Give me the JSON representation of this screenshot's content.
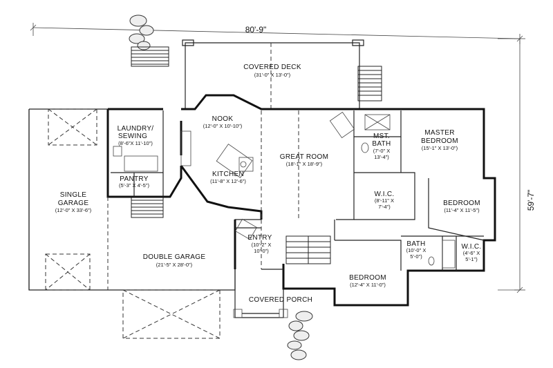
{
  "dimensions": {
    "overall_width": "80'-9\"",
    "overall_depth": "59'-7\""
  },
  "rooms": {
    "covered_deck": {
      "name": "COVERED DECK",
      "size": "(31'-0\" X 13'-0\")"
    },
    "laundry": {
      "name_line1": "LAUNDRY/",
      "name_line2": "SEWING",
      "size": "(8'-6\"X 11'-10\")"
    },
    "pantry": {
      "name": "PANTRY",
      "size": "(5'-3\" X 4'-5\")"
    },
    "nook": {
      "name": "NOOK",
      "size": "(12'-0\" X 10'-10\")"
    },
    "kitchen": {
      "name": "KITCHEN",
      "size": "(11'-8\" X 12'-6\")"
    },
    "great_room": {
      "name": "GREAT ROOM",
      "size": "(18'-1\" X 18'-9\")"
    },
    "mst_bath": {
      "name_line1": "MST.",
      "name_line2": "BATH",
      "size_line1": "(7'-0\" X",
      "size_line2": "13'-4\")"
    },
    "master_bedroom": {
      "name_line1": "MASTER",
      "name_line2": "BEDROOM",
      "size": "(15'-1\" X 13'-0\")"
    },
    "wic_master": {
      "name": "W.I.C.",
      "size_line1": "(8'-11\" X",
      "size_line2": "7'-4\")"
    },
    "bedroom_right": {
      "name": "BEDROOM",
      "size": "(11'-4\" X 11'-5\")"
    },
    "single_garage": {
      "name_line1": "SINGLE",
      "name_line2": "GARAGE",
      "size": "(12'-0\" X 33'-6\")"
    },
    "double_garage": {
      "name": "DOUBLE GARAGE",
      "size": "(21'-5\" X 28'-0\")"
    },
    "entry": {
      "name": "ENTRY",
      "size_line1": "(10'-2\" X",
      "size_line2": "10'-0\")"
    },
    "bath": {
      "name": "BATH",
      "size_line1": "(10'-0\" X",
      "size_line2": "5'-0\")"
    },
    "wic_small": {
      "name": "W.I.C.",
      "size_line1": "(4'-6\" X",
      "size_line2": "5'-1\")"
    },
    "bedroom_lower": {
      "name": "BEDROOM",
      "size": "(12'-4\" X 11'-0\")"
    },
    "covered_porch": {
      "name": "COVERED PORCH"
    }
  }
}
